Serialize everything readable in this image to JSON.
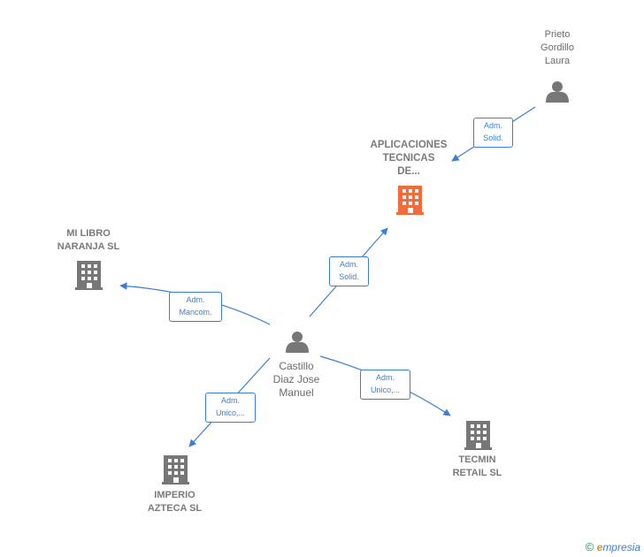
{
  "nodes": {
    "prieto": {
      "lines": [
        "Prieto",
        "Gordillo",
        "Laura"
      ]
    },
    "aplicaciones": {
      "lines": [
        "APLICACIONES",
        "TECNICAS",
        "DE..."
      ]
    },
    "milibro": {
      "lines": [
        "MI LIBRO",
        "NARANJA  SL"
      ]
    },
    "castillo": {
      "lines": [
        "Castillo",
        "Diaz Jose",
        "Manuel"
      ]
    },
    "imperio": {
      "lines": [
        "IMPERIO",
        "AZTECA  SL"
      ]
    },
    "tecmin": {
      "lines": [
        "TECMIN",
        "RETAIL  SL"
      ]
    }
  },
  "edges": {
    "prieto_aplicaciones": {
      "lines": [
        "Adm.",
        "Solid."
      ]
    },
    "castillo_aplicaciones": {
      "lines": [
        "Adm.",
        "Solid."
      ]
    },
    "castillo_milibro": {
      "lines": [
        "Adm.",
        "Mancom."
      ]
    },
    "castillo_imperio": {
      "lines": [
        "Adm.",
        "Unico,..."
      ]
    },
    "castillo_tecmin": {
      "lines": [
        "Adm.",
        "Unico,..."
      ]
    }
  },
  "footer": {
    "copyright": "©",
    "brand_first": "e",
    "brand_rest": "mpresia"
  },
  "colors": {
    "edge": "#3a7fd5",
    "focus_company": "#f26b3a",
    "company": "#777777",
    "person": "#777777"
  },
  "icons": {
    "person": "person-icon",
    "company": "building-icon"
  }
}
